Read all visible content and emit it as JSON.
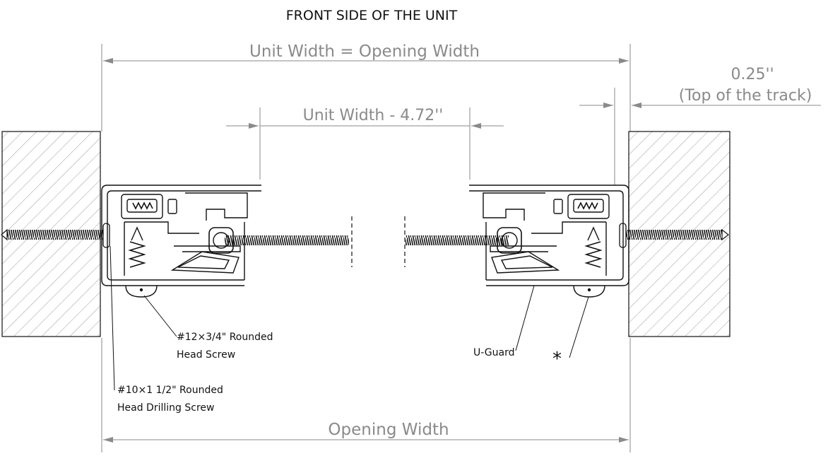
{
  "title": "FRONT SIDE OF THE UNIT",
  "dimensions": {
    "unit_width": "Unit Width = Opening Width",
    "unit_width_minus": "Unit Width - 4.72''",
    "track_offset": "0.25''",
    "track_offset_note": "(Top of the track)",
    "opening_width": "Opening Width"
  },
  "callouts": {
    "screw_12_line1": "#12×3/4\" Rounded",
    "screw_12_line2": "Head Screw",
    "screw_10_line1": "#10×1 1/2\" Rounded",
    "screw_10_line2": "Head Drilling Screw",
    "u_guard": "U-Guard",
    "asterisk": "*"
  },
  "colors": {
    "dimension": "#8a8a8a",
    "outline": "#111111"
  }
}
